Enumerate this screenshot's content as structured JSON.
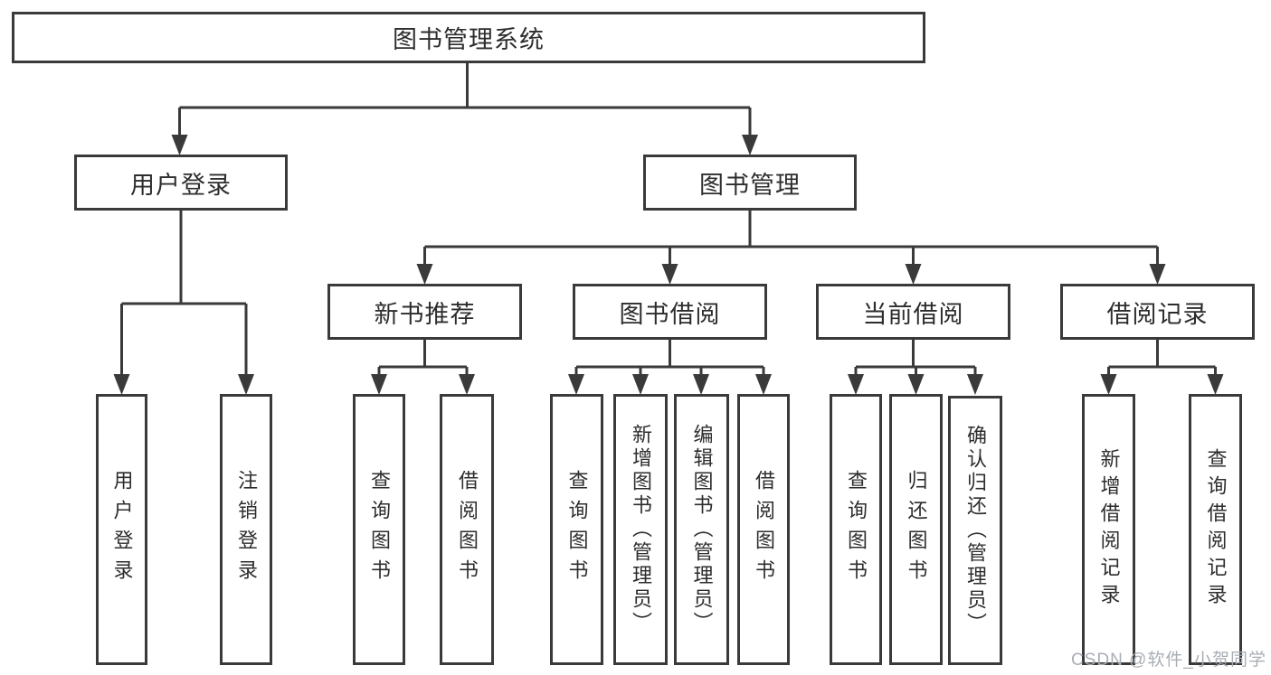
{
  "colors": {
    "line": "#3a3a3a",
    "text": "#2d2d2d",
    "background": "#ffffff",
    "watermark": "#a9aeb5"
  },
  "watermark": "CSDN @软件_小贺同学",
  "tree": {
    "label": "图书管理系统",
    "children": [
      {
        "label": "用户登录",
        "children": [
          {
            "label": "用户登录"
          },
          {
            "label": "注销登录"
          }
        ]
      },
      {
        "label": "图书管理",
        "children": [
          {
            "label": "新书推荐",
            "children": [
              {
                "label": "查询图书"
              },
              {
                "label": "借阅图书"
              }
            ]
          },
          {
            "label": "图书借阅",
            "children": [
              {
                "label": "查询图书"
              },
              {
                "label": "新增图书（管理员）"
              },
              {
                "label": "编辑图书（管理员）"
              },
              {
                "label": "借阅图书"
              }
            ]
          },
          {
            "label": "当前借阅",
            "children": [
              {
                "label": "查询图书"
              },
              {
                "label": "归还图书"
              },
              {
                "label": "确认归还（管理员）"
              }
            ]
          },
          {
            "label": "借阅记录",
            "children": [
              {
                "label": "新增借阅记录"
              },
              {
                "label": "查询借阅记录"
              }
            ]
          }
        ]
      }
    ]
  }
}
